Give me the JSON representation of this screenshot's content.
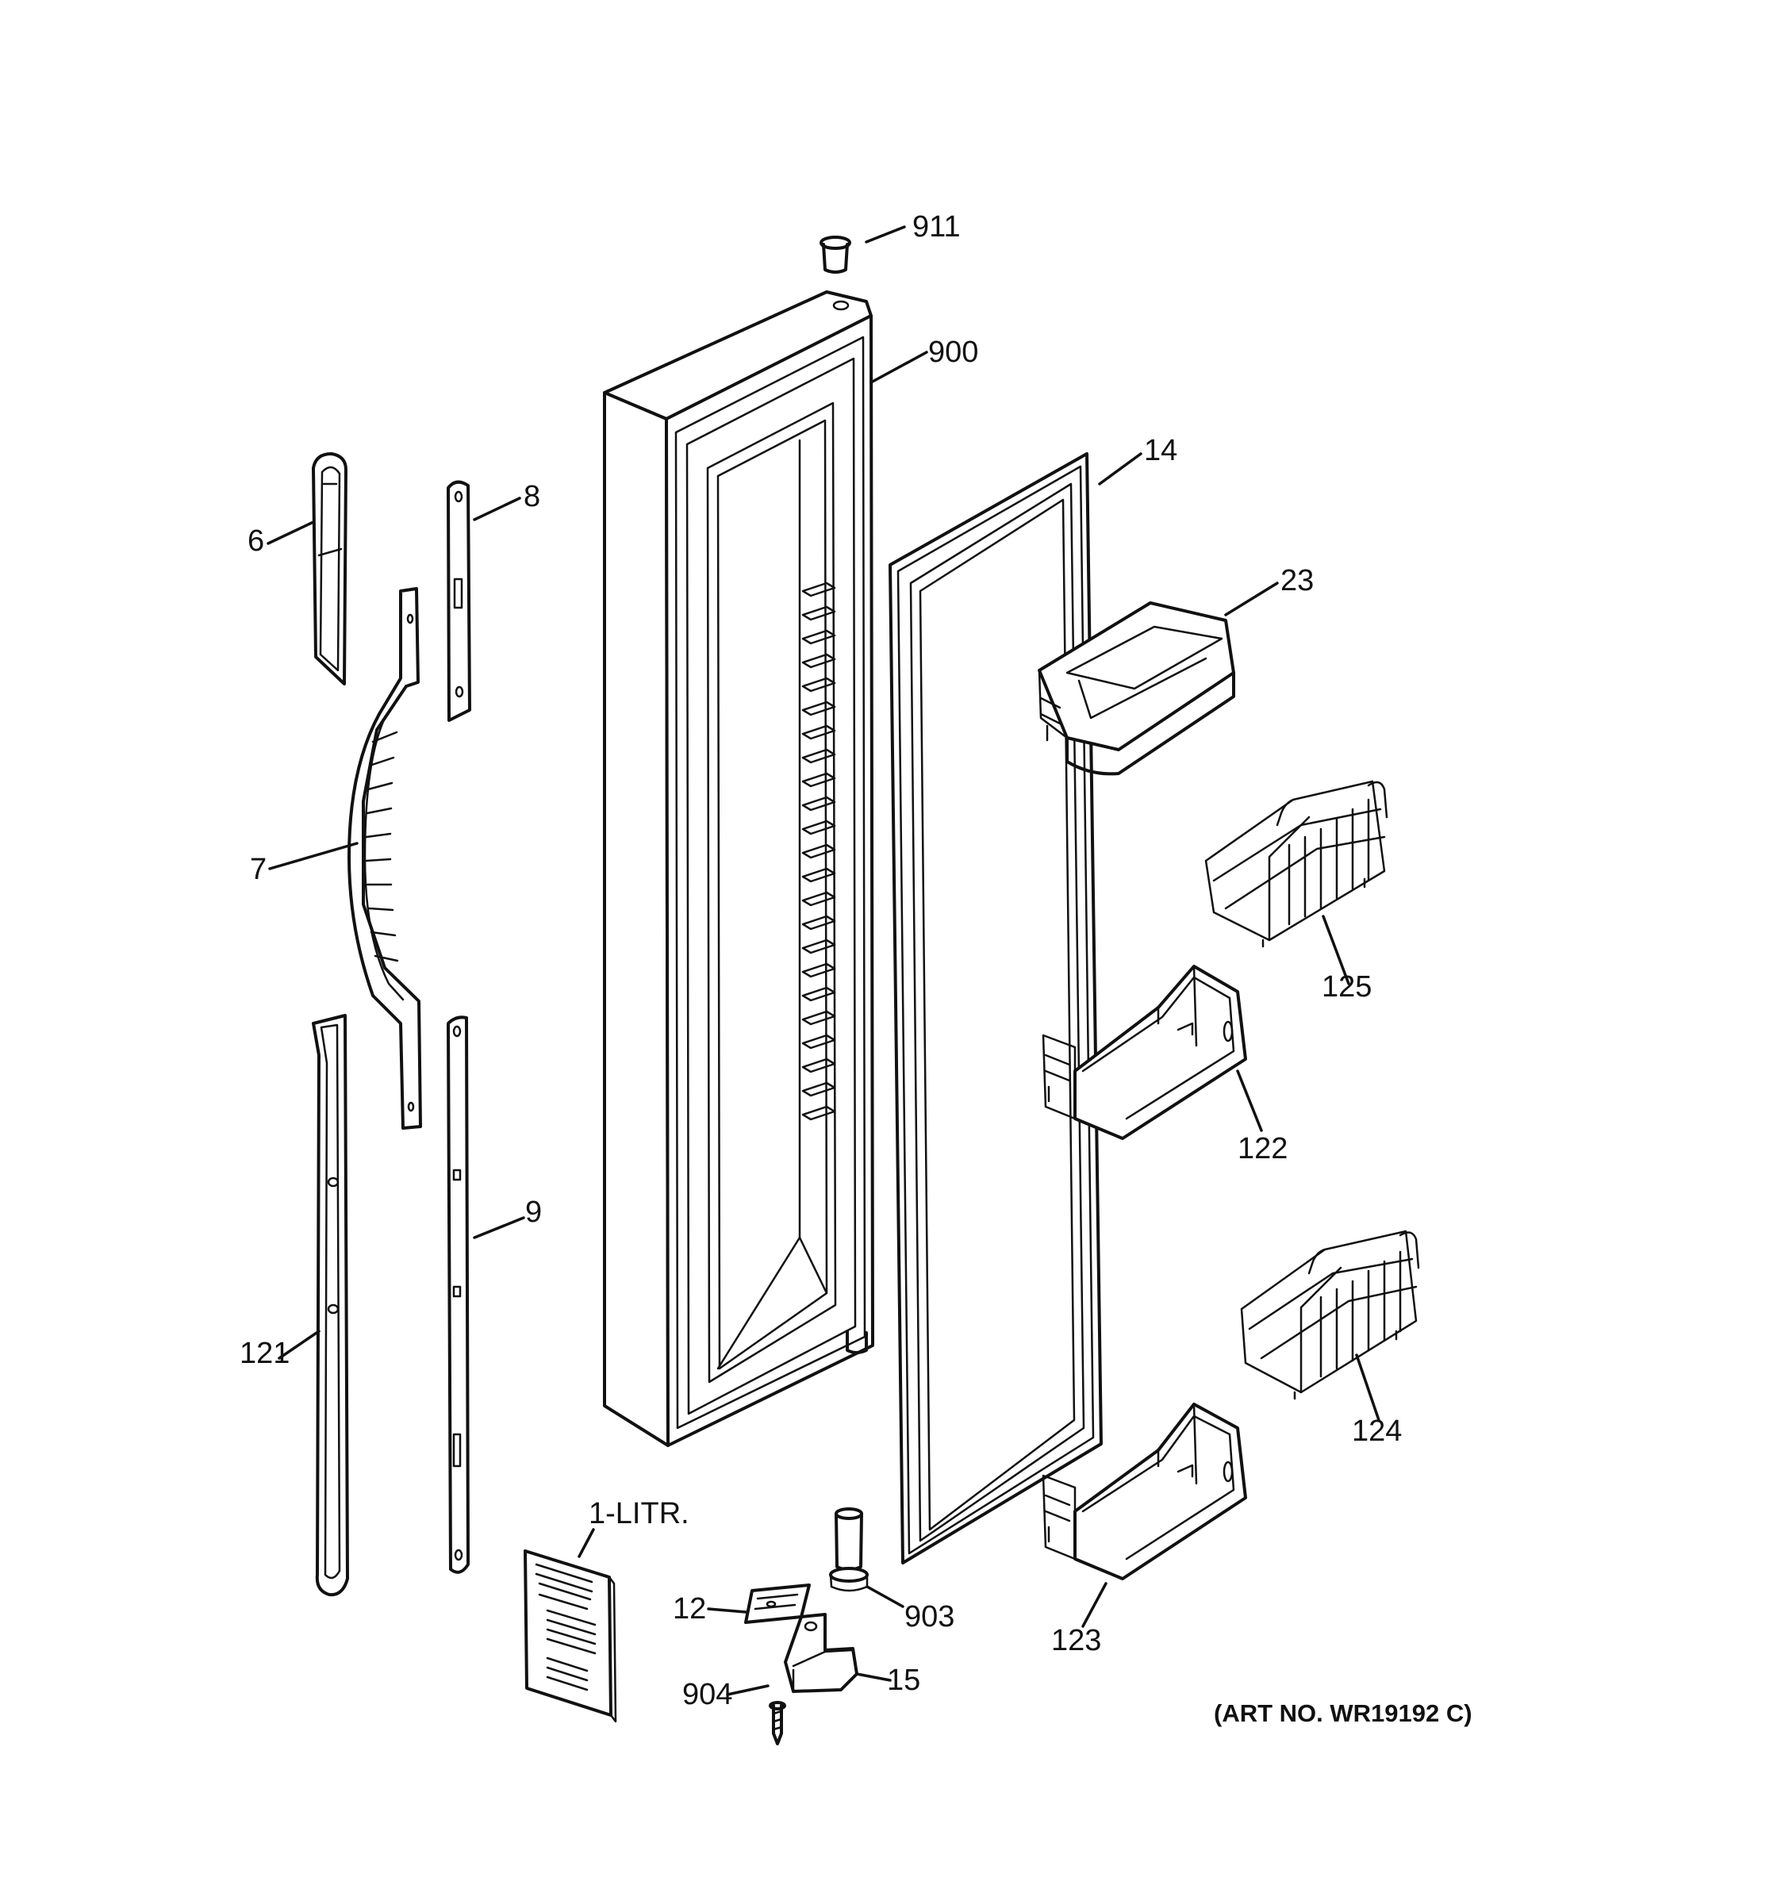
{
  "labels": {
    "l911": "911",
    "l900": "900",
    "l14": "14",
    "l6": "6",
    "l8": "8",
    "l23": "23",
    "l7": "7",
    "l125": "125",
    "l122": "122",
    "l9": "9",
    "l121": "121",
    "l124": "124",
    "l1": "1-LITR.",
    "l12": "12",
    "l903": "903",
    "l123": "123",
    "l904": "904",
    "l15": "15"
  },
  "art_number": "(ART NO. WR19192 C)"
}
